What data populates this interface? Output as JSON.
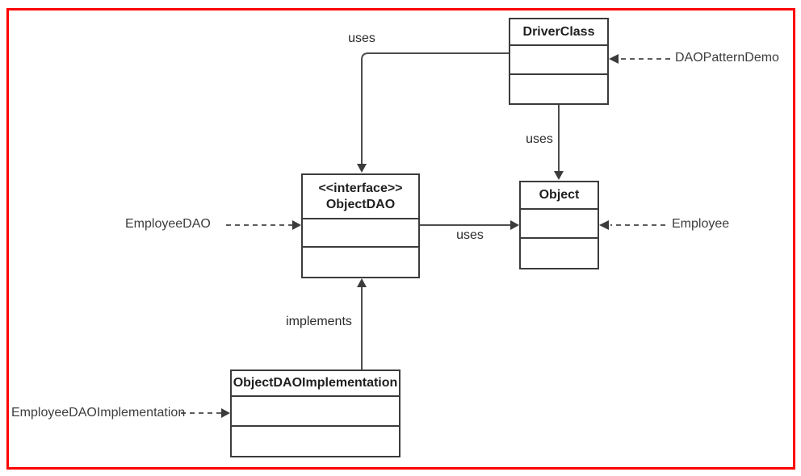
{
  "diagram": {
    "type": "uml-class-diagram",
    "colors": {
      "frame": "#fe0000",
      "box_border": "#3b3b3b",
      "solid_line": "#4d4d4d",
      "dashed_line": "#5c5c5c",
      "background": "#ffffff"
    },
    "classes": {
      "driver_class": {
        "title": "DriverClass"
      },
      "object_dao": {
        "stereotype": "<<interface>>",
        "title": "ObjectDAO"
      },
      "object": {
        "title": "Object"
      },
      "object_dao_implementation": {
        "title": "ObjectDAOImplementation"
      }
    },
    "edge_labels": {
      "driver_uses_dao": "uses",
      "driver_uses_object": "uses",
      "dao_uses_object": "uses",
      "impl_implements_dao": "implements"
    },
    "annotations": {
      "dao_pattern_demo": "DAOPatternDemo",
      "employee_dao": "EmployeeDAO",
      "employee": "Employee",
      "employee_dao_implementation": "EmployeeDAOImplementation"
    }
  }
}
